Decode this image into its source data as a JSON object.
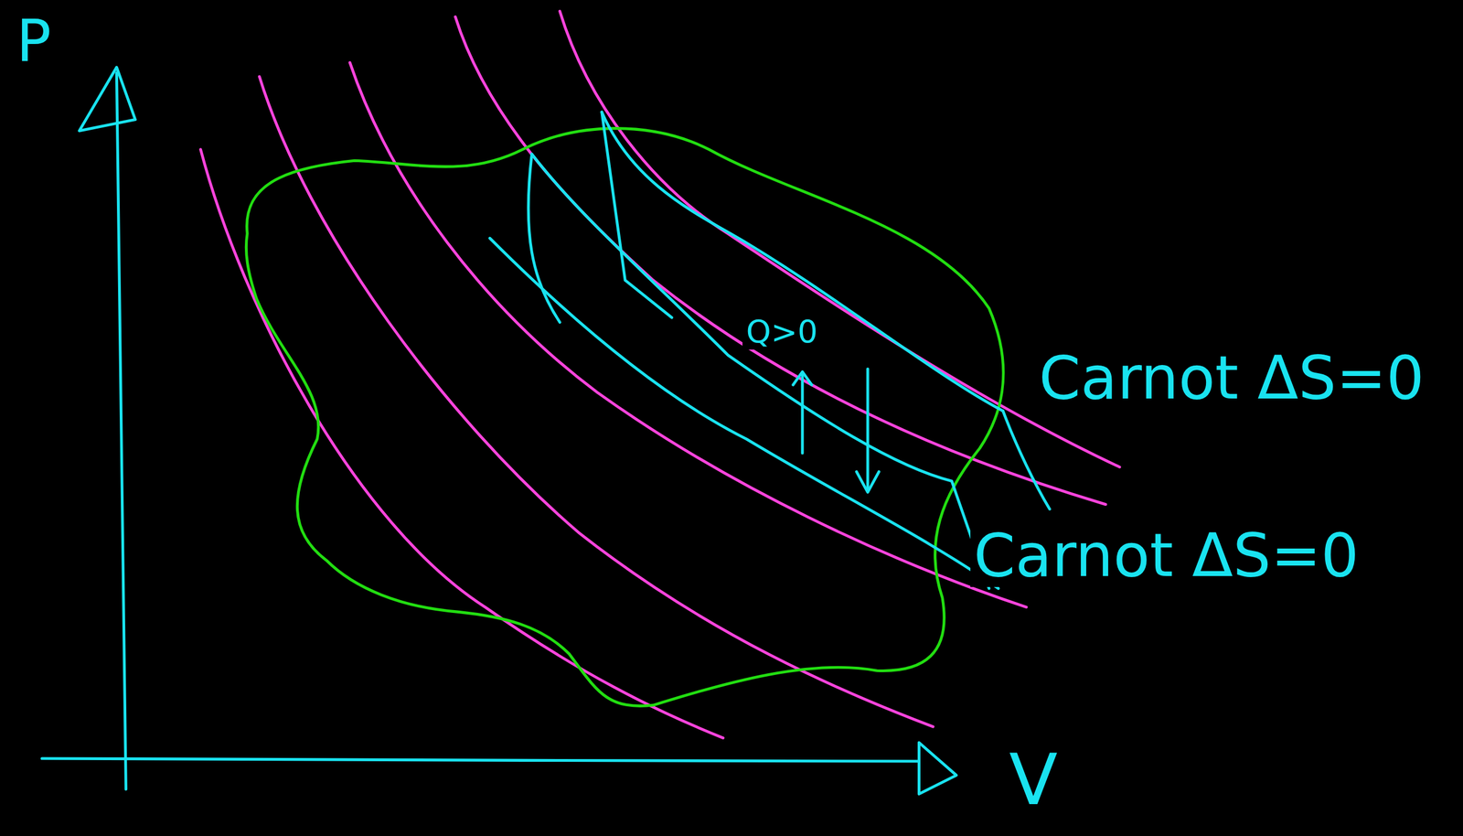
{
  "diagram": {
    "labels": [
      "P",
      "Q>0",
      "Carnot ΔS=0",
      "Carnot ΔS=0",
      "V"
    ]
  }
}
